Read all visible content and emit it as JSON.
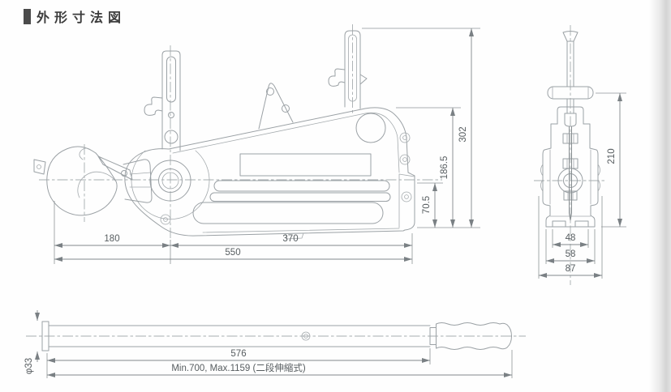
{
  "title": "外形寸法図",
  "colors": {
    "line": "#9ba1a5",
    "centerline": "#a7adb0",
    "dimension_text": "#575d60",
    "title_text": "#3c3c3c",
    "title_bar": "#4b4b4b"
  },
  "side_view": {
    "dims": {
      "hook_to_axle": "180",
      "axle_to_back": "370",
      "total_length": "550",
      "total_height": "302",
      "body_height": "186.5",
      "lower_height": "70.5"
    }
  },
  "front_view": {
    "dims": {
      "height": "210",
      "feet_width": "48",
      "base_width": "58",
      "overall_width": "87"
    }
  },
  "handle_view": {
    "dims": {
      "diameter": "φ33",
      "tube_length": "576",
      "length_range": "Min.700, Max.1159 (二段伸縮式)"
    }
  }
}
